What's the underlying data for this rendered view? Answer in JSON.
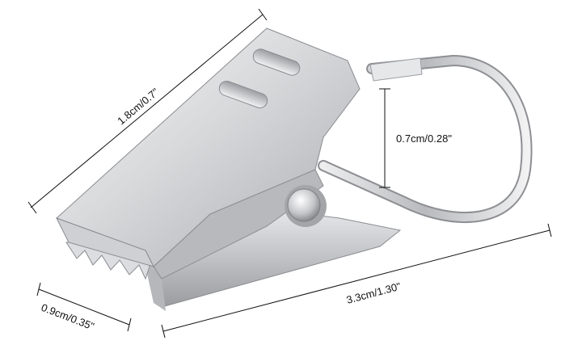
{
  "dimensions": {
    "length_top": "1.8cm/0.7\"",
    "loop_height": "0.7cm/0.28\"",
    "width_front": "0.9cm/0.35\"",
    "total_length": "3.3cm/1.30\""
  },
  "colors": {
    "metal_light": "#f4f4f4",
    "metal_mid": "#c9cacc",
    "metal_dark": "#8a8c90",
    "line": "#111111"
  }
}
